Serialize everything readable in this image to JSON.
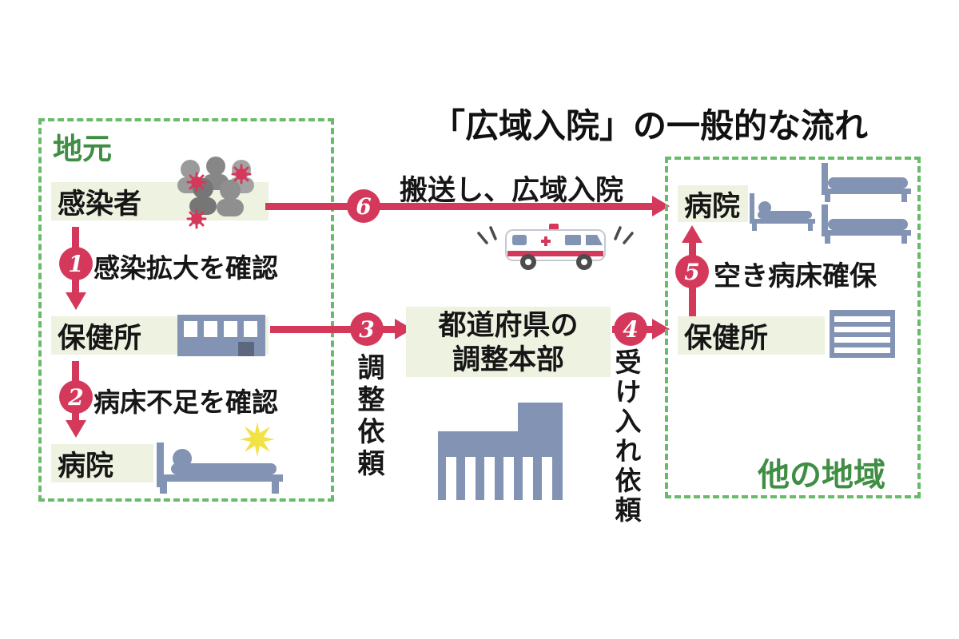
{
  "title": "「広域入院」の一般的な流れ",
  "regions": {
    "local": {
      "label": "地元"
    },
    "other": {
      "label": "他の地域"
    }
  },
  "nodes": {
    "infected": "感染者",
    "local_health_center": "保健所",
    "local_hospital": "病院",
    "hq_line1": "都道府県の",
    "hq_line2": "調整本部",
    "other_hospital": "病院",
    "other_health_center": "保健所"
  },
  "steps": {
    "s1": {
      "num": "1",
      "label": "感染拡大を確認"
    },
    "s2": {
      "num": "2",
      "label": "病床不足を確認"
    },
    "s3": {
      "num": "3",
      "label": "調整依頼"
    },
    "s4": {
      "num": "4",
      "label": "受け入れ依頼"
    },
    "s5": {
      "num": "5",
      "label": "空き病床確保"
    },
    "s6": {
      "num": "6",
      "label": "搬送し、広域入院"
    }
  },
  "colors": {
    "arrow_red": "#d4395c",
    "region_border_green": "#67bb69",
    "region_text_green": "#3f8e44",
    "label_background": "#eef2e0",
    "icon_blue_gray": "#8293b3",
    "starburst_yellow": "#f2e343"
  },
  "icons": [
    "infected-people-icon",
    "virus-icon",
    "health-center-building-icon",
    "patient-in-bed-icon",
    "ambulance-icon",
    "hospital-beds-icon",
    "prefecture-hq-building-icon",
    "striped-building-icon"
  ]
}
